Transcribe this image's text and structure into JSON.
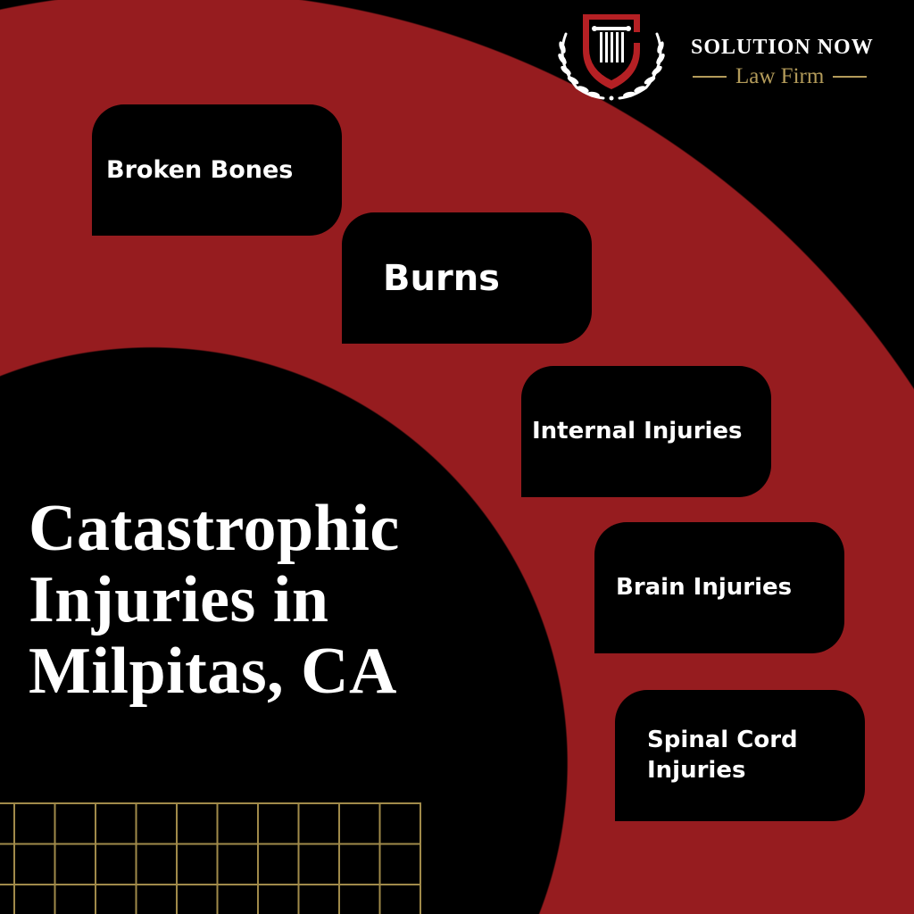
{
  "colors": {
    "red": "#961c1f",
    "black": "#000000",
    "gold": "#a08a4a",
    "white": "#ffffff"
  },
  "logo": {
    "icon": "shield-column-laurel-icon",
    "name": "SOLUTION NOW",
    "subtitle": "Law Firm"
  },
  "injuries": [
    {
      "label": "Broken Bones"
    },
    {
      "label": "Burns"
    },
    {
      "label": "Internal Injuries"
    },
    {
      "label": "Brain Injuries"
    },
    {
      "label": "Spinal Cord Injuries"
    }
  ],
  "title": {
    "line1": "Catastrophic",
    "line2": "Injuries in",
    "line3": "Milpitas, CA"
  }
}
